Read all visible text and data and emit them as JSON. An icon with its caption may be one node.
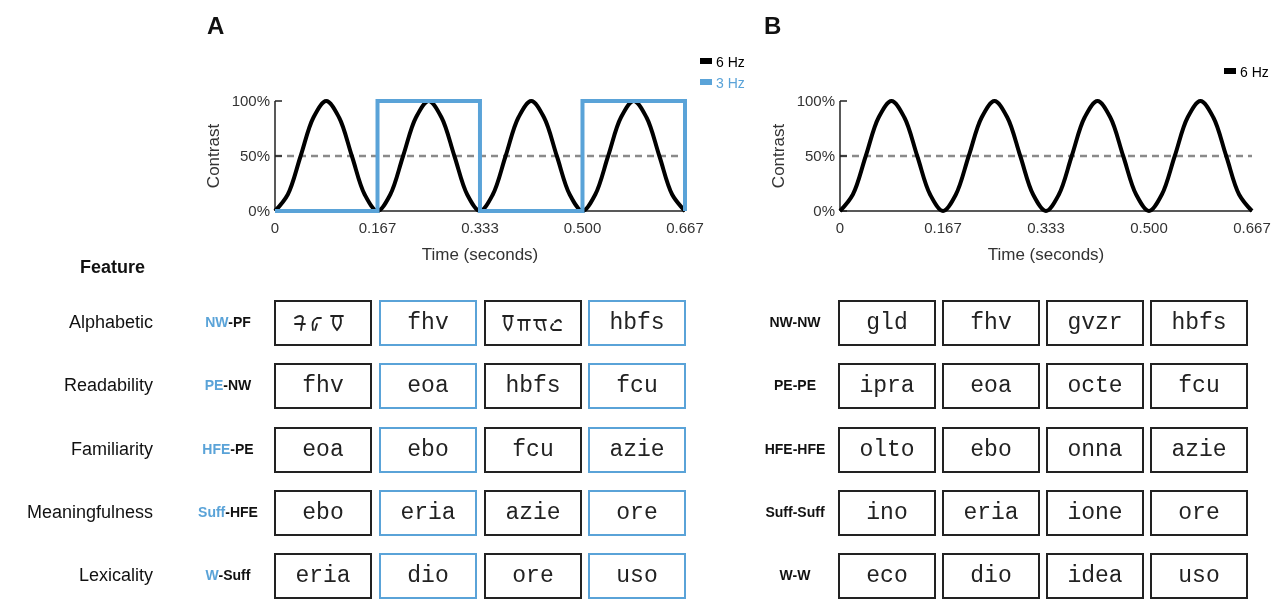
{
  "diagram": {
    "nodes": [
      {
        "text": [],
        "shape": "picture"
      },
      {
        "text": [
          "fhv"
        ]
      },
      {
        "text": [],
        "shape": "picture"
      },
      {
        "text": [
          "hbfs"
        ]
      },
      {
        "text": [
          "gld"
        ]
      },
      {
        "text": [
          "fhv"
        ]
      },
      {
        "text": [
          "gvzr"
        ]
      },
      {
        "text": [
          "hbfs"
        ]
      },
      {
        "text": [
          "fhv"
        ]
      },
      {
        "text": [
          "eoa"
        ]
      },
      {
        "text": [
          "hbfs"
        ]
      },
      {
        "text": [
          "fcu"
        ]
      },
      {
        "text": [
          "ipra"
        ]
      },
      {
        "text": [
          "eoa"
        ]
      },
      {
        "text": [
          "octe"
        ]
      },
      {
        "text": [
          "fcu"
        ]
      },
      {
        "text": [
          "eoa"
        ]
      },
      {
        "text": [
          "ebo"
        ]
      },
      {
        "text": [
          "fcu"
        ]
      },
      {
        "text": [
          "azie"
        ]
      },
      {
        "text": [
          "olto"
        ]
      },
      {
        "text": [
          "ebo"
        ]
      },
      {
        "text": [
          "onna"
        ]
      },
      {
        "text": [
          "azie"
        ]
      },
      {
        "text": [
          "ebo"
        ]
      },
      {
        "text": [
          "eria"
        ]
      },
      {
        "text": [
          "azie"
        ]
      },
      {
        "text": [
          "ore"
        ]
      },
      {
        "text": [
          "ino"
        ]
      },
      {
        "text": [
          "eria"
        ]
      },
      {
        "text": [
          "ione"
        ]
      },
      {
        "text": [
          "ore"
        ]
      },
      {
        "text": [
          "eria"
        ]
      },
      {
        "text": [
          "dio"
        ]
      },
      {
        "text": [
          "ore"
        ]
      },
      {
        "text": [
          "uso"
        ]
      },
      {
        "text": [
          "eco"
        ]
      },
      {
        "text": [
          "dio"
        ]
      },
      {
        "text": [
          "idea"
        ]
      },
      {
        "text": [
          "uso"
        ]
      }
    ],
    "labels": [
      "A",
      "B",
      "Feature",
      "Alphabetic",
      "NW-PF",
      "NW-NW",
      "Readability",
      "PE-NW",
      "PE-PE",
      "Familiarity",
      "HFE-PE",
      "HFE-HFE",
      "Meaningfulness",
      "Suff-HFE",
      "Suff-Suff",
      "Lexicality",
      "W-Suff",
      "W-W"
    ],
    "chart_data": [
      {
        "type": "line",
        "xlabel": "Time (seconds)",
        "ylabel": "Contrast",
        "x": [
          0,
          0.0208,
          0.0417,
          0.0625,
          0.0833,
          0.1042,
          0.125,
          0.1458,
          0.1667,
          0.1667,
          0.1875,
          0.2083,
          0.2292,
          0.25,
          0.2708,
          0.2917,
          0.3125,
          0.3333,
          0.3333,
          0.3542,
          0.375,
          0.3958,
          0.4167,
          0.4375,
          0.4583,
          0.4792,
          0.5,
          0.5,
          0.5208,
          0.5417,
          0.5625,
          0.5833,
          0.6042,
          0.625,
          0.6458,
          0.6667,
          0.6667
        ],
        "series": [
          {
            "name": "6 Hz",
            "color": "#000000",
            "values": [
              0,
              15,
              50,
              85,
              100,
              85,
              50,
              15,
              0,
              0,
              15,
              50,
              85,
              100,
              85,
              50,
              15,
              0,
              0,
              15,
              50,
              85,
              100,
              85,
              50,
              15,
              0,
              0,
              15,
              50,
              85,
              100,
              85,
              50,
              15,
              0,
              0
            ]
          },
          {
            "name": "3 Hz",
            "color": "#5aa3d8",
            "values": [
              0,
              0,
              0,
              0,
              0,
              0,
              0,
              0,
              0,
              100,
              100,
              100,
              100,
              100,
              100,
              100,
              100,
              100,
              0,
              0,
              0,
              0,
              0,
              0,
              0,
              0,
              0,
              100,
              100,
              100,
              100,
              100,
              100,
              100,
              100,
              100,
              0
            ]
          }
        ],
        "xlim": [
          0,
          0.6667
        ],
        "ylim": [
          0,
          100
        ],
        "legend": "upper right",
        "xticks": [
          {
            "value": 0,
            "label": "0"
          },
          {
            "value": 0.1667,
            "label": "0.167"
          },
          {
            "value": 0.3333,
            "label": "0.333"
          },
          {
            "value": 0.5,
            "label": "0.500"
          },
          {
            "value": 0.6667,
            "label": "0.667"
          }
        ],
        "yticks": [
          {
            "value": 0,
            "label": "0%"
          },
          {
            "value": 50,
            "label": "50%"
          },
          {
            "value": 100,
            "label": "100%"
          }
        ]
      },
      {
        "type": "line",
        "xlabel": "Time (seconds)",
        "ylabel": "Contrast",
        "x": [
          0,
          0.0208,
          0.0417,
          0.0625,
          0.0833,
          0.1042,
          0.125,
          0.1458,
          0.1667,
          0.1875,
          0.2083,
          0.2292,
          0.25,
          0.2708,
          0.2917,
          0.3125,
          0.3333,
          0.3542,
          0.375,
          0.3958,
          0.4167,
          0.4375,
          0.4583,
          0.4792,
          0.5,
          0.5208,
          0.5417,
          0.5625,
          0.5833,
          0.6042,
          0.625,
          0.6458,
          0.6667
        ],
        "series": [
          {
            "name": "6 Hz",
            "color": "#000000",
            "values": [
              0,
              15,
              50,
              85,
              100,
              85,
              50,
              15,
              0,
              15,
              50,
              85,
              100,
              85,
              50,
              15,
              0,
              15,
              50,
              85,
              100,
              85,
              50,
              15,
              0,
              15,
              50,
              85,
              100,
              85,
              50,
              15,
              0
            ]
          }
        ],
        "xlim": [
          0,
          0.6667
        ],
        "ylim": [
          0,
          100
        ],
        "legend": "upper right",
        "xticks": [
          {
            "value": 0,
            "label": "0"
          },
          {
            "value": 0.1667,
            "label": "0.167"
          },
          {
            "value": 0.3333,
            "label": "0.333"
          },
          {
            "value": 0.5,
            "label": "0.500"
          },
          {
            "value": 0.6667,
            "label": "0.667"
          }
        ],
        "yticks": [
          {
            "value": 0,
            "label": "0%"
          },
          {
            "value": 50,
            "label": "50%"
          },
          {
            "value": 100,
            "label": "100%"
          }
        ]
      }
    ]
  }
}
